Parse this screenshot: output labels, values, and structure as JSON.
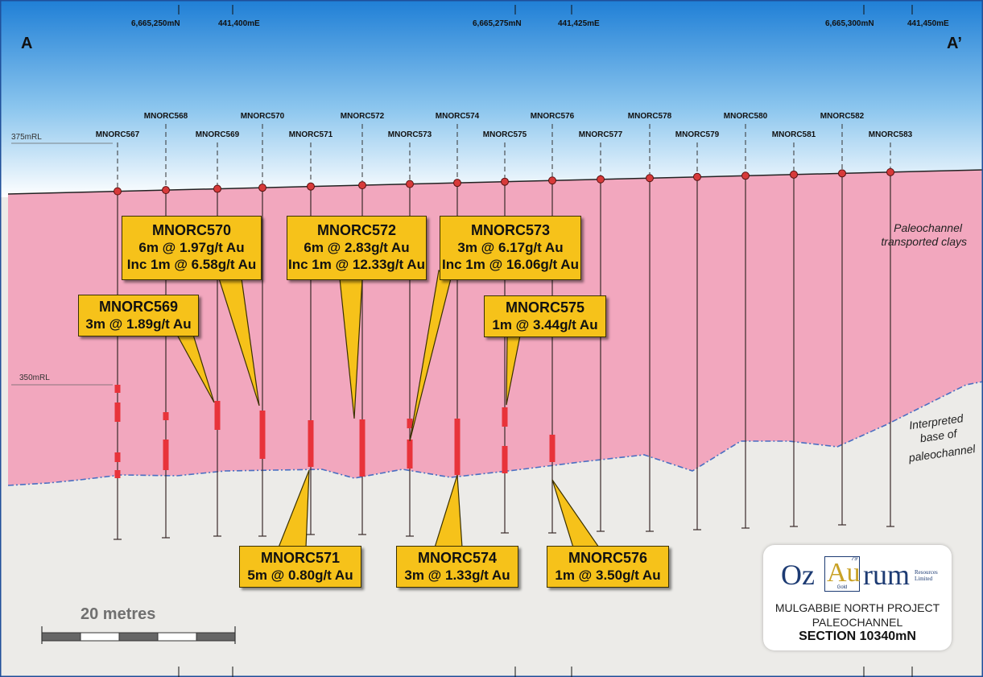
{
  "section_ends": {
    "left": "A",
    "right": "A’"
  },
  "coords_top": [
    {
      "north": "6,665,250mN",
      "east": "441,400mE"
    },
    {
      "north": "6,665,275mN",
      "east": "441,425mE"
    },
    {
      "north": "6,665,300mN",
      "east": "441,450mE"
    }
  ],
  "rl_labels": {
    "upper": "375mRL",
    "lower": "350mRL"
  },
  "holes": [
    "MNORC567",
    "MNORC568",
    "MNORC569",
    "MNORC570",
    "MNORC571",
    "MNORC572",
    "MNORC573",
    "MNORC574",
    "MNORC575",
    "MNORC576",
    "MNORC577",
    "MNORC578",
    "MNORC579",
    "MNORC580",
    "MNORC581",
    "MNORC582",
    "MNORC583"
  ],
  "layers": {
    "paleochannel": [
      "Paleochannel",
      "transported clays"
    ],
    "base": [
      "Interpreted",
      "base of",
      "paleochannel"
    ]
  },
  "callouts": [
    {
      "hole": "MNORC570",
      "lines": [
        "6m @ 1.97g/t Au",
        "Inc 1m @ 6.58g/t Au"
      ]
    },
    {
      "hole": "MNORC572",
      "lines": [
        "6m @ 2.83g/t Au",
        "Inc 1m @ 12.33g/t Au"
      ]
    },
    {
      "hole": "MNORC573",
      "lines": [
        "3m @ 6.17g/t Au",
        "Inc 1m @ 16.06g/t Au"
      ]
    },
    {
      "hole": "MNORC569",
      "lines": [
        "3m @ 1.89g/t Au"
      ]
    },
    {
      "hole": "MNORC575",
      "lines": [
        "1m @ 3.44g/t Au"
      ]
    },
    {
      "hole": "MNORC571",
      "lines": [
        "5m @ 0.80g/t Au"
      ]
    },
    {
      "hole": "MNORC574",
      "lines": [
        "3m @ 1.33g/t Au"
      ]
    },
    {
      "hole": "MNORC576",
      "lines": [
        "1m @ 3.50g/t Au"
      ]
    }
  ],
  "scale_bar": {
    "label": "20 metres"
  },
  "logo": {
    "oz": "Oz",
    "au": "Au",
    "number": "79",
    "gold": "Gold",
    "rum": "rum",
    "resources": "Resources",
    "limited": "Limited",
    "project": "MULGABBIE NORTH PROJECT",
    "subtitle": "PALEOCHANNEL",
    "section": "SECTION 10340mN"
  },
  "colors": {
    "sky_top": "#1f7fd6",
    "sky_bottom": "#ffffff",
    "paleochannel": "#f2a7be",
    "bedrock": "#ecebe8",
    "callout": "#f6c21a",
    "intercept": "#e8333a",
    "collar": "#d73a3a",
    "base_line": "#4a6fc2",
    "frame": "#1f4f9a"
  }
}
